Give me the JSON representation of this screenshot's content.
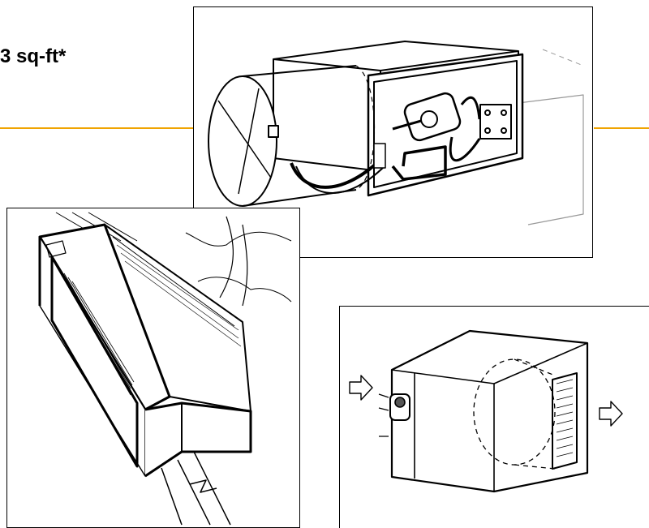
{
  "slide": {
    "title_fragment": "3 sq-ft*",
    "accent_color": "#f0a400"
  },
  "illustrations": [
    {
      "name": "round-duct-damper-with-actuator",
      "icon": "damper-actuator-drawing"
    },
    {
      "name": "baseboard-fan-coil-unit",
      "icon": "fan-coil-drawing"
    },
    {
      "name": "terminal-box-with-airflow",
      "icon": "terminal-box-drawing"
    }
  ]
}
